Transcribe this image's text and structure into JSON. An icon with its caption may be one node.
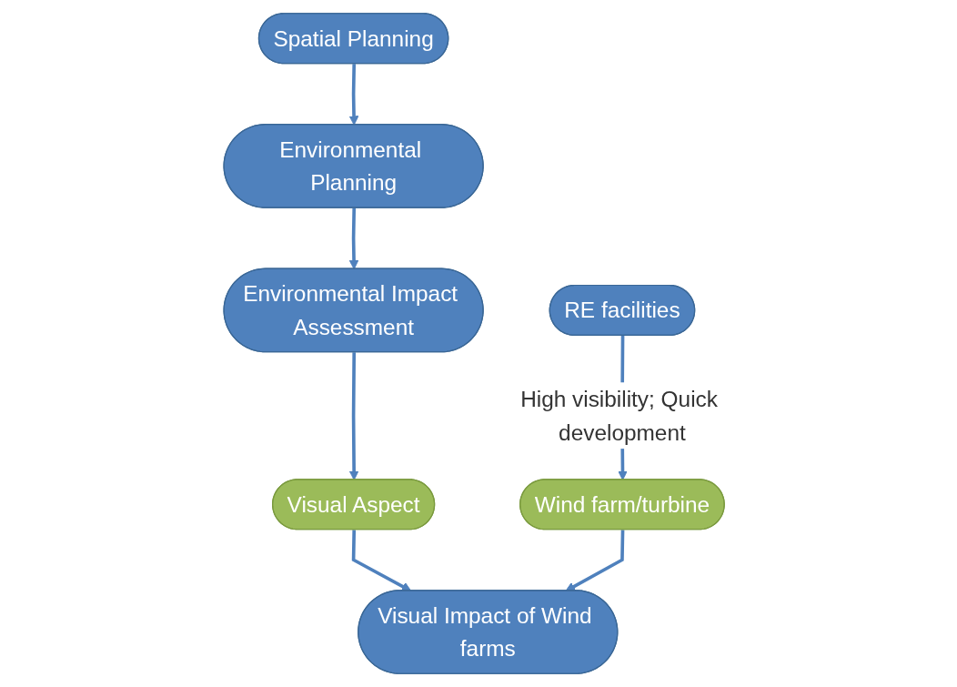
{
  "diagram": {
    "nodes": [
      {
        "text": [
          "Spatial Planning"
        ]
      },
      {
        "text": [
          "RE facilities"
        ]
      },
      {
        "text": [
          "Environmental Planning"
        ]
      },
      {
        "text": [
          "Wind farm/turbine"
        ]
      },
      {
        "text": [
          "Environmental Impact Assessment"
        ]
      },
      {
        "text": [
          "Visual Aspect"
        ]
      },
      {
        "text": [
          "Visual Impact of Wind farms"
        ]
      }
    ],
    "edges": [
      {
        "from": 0,
        "to": 2,
        "arrow": "to"
      },
      {
        "from": 2,
        "to": 4,
        "arrow": "to"
      },
      {
        "from": 4,
        "to": 5,
        "arrow": "to"
      },
      {
        "from": 1,
        "to": 3,
        "arrow": "to",
        "label": "High visibility; Quick development"
      },
      {
        "from": 5,
        "to": 6,
        "arrow": "to"
      },
      {
        "from": 3,
        "to": 6,
        "arrow": "to"
      }
    ]
  }
}
